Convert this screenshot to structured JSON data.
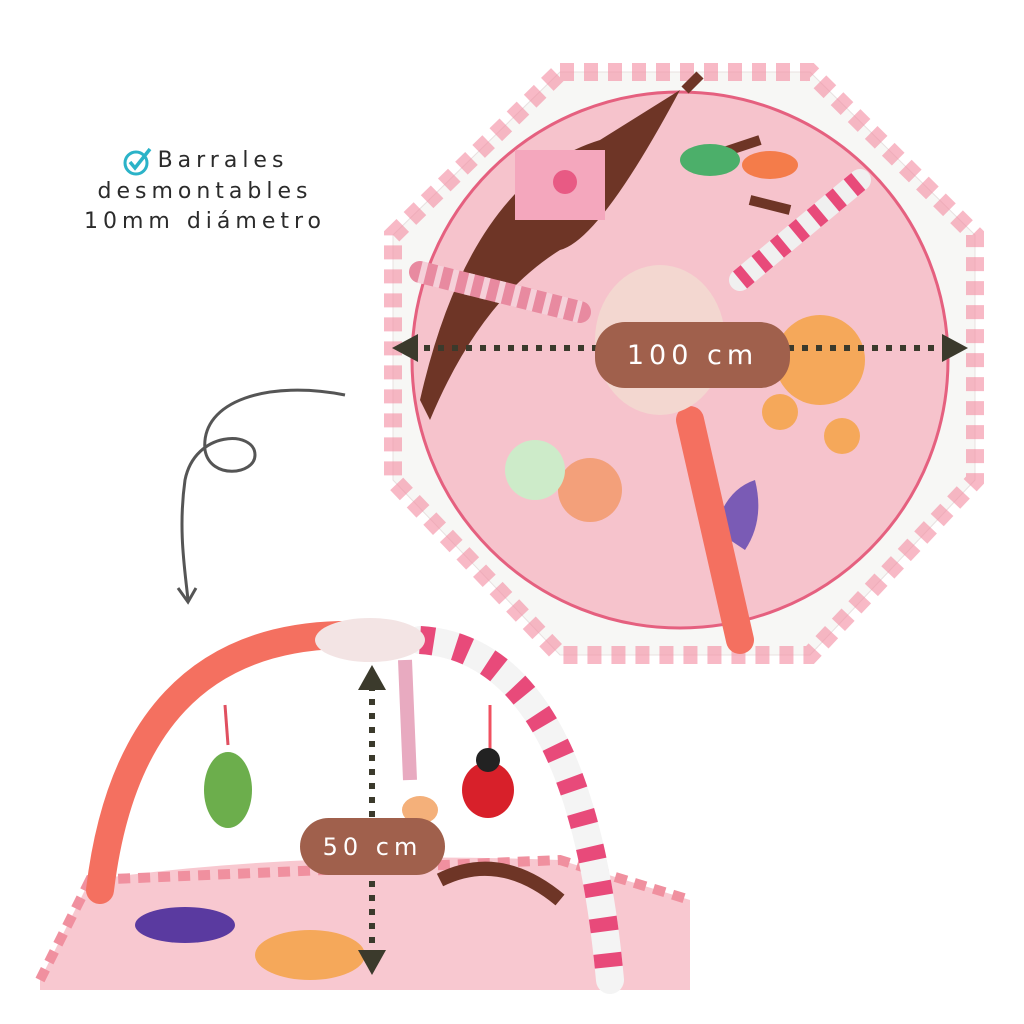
{
  "feature": {
    "line1": "Barrales",
    "line2": "desmontables",
    "line3": "10mm diámetro",
    "icon": "check-circle-icon",
    "icon_color": "#2bb3c8"
  },
  "dimensions": {
    "width_label": "100 cm",
    "height_label": "50 cm",
    "pill_color": "#a0604c",
    "arrow_color": "#3b3a2c"
  }
}
